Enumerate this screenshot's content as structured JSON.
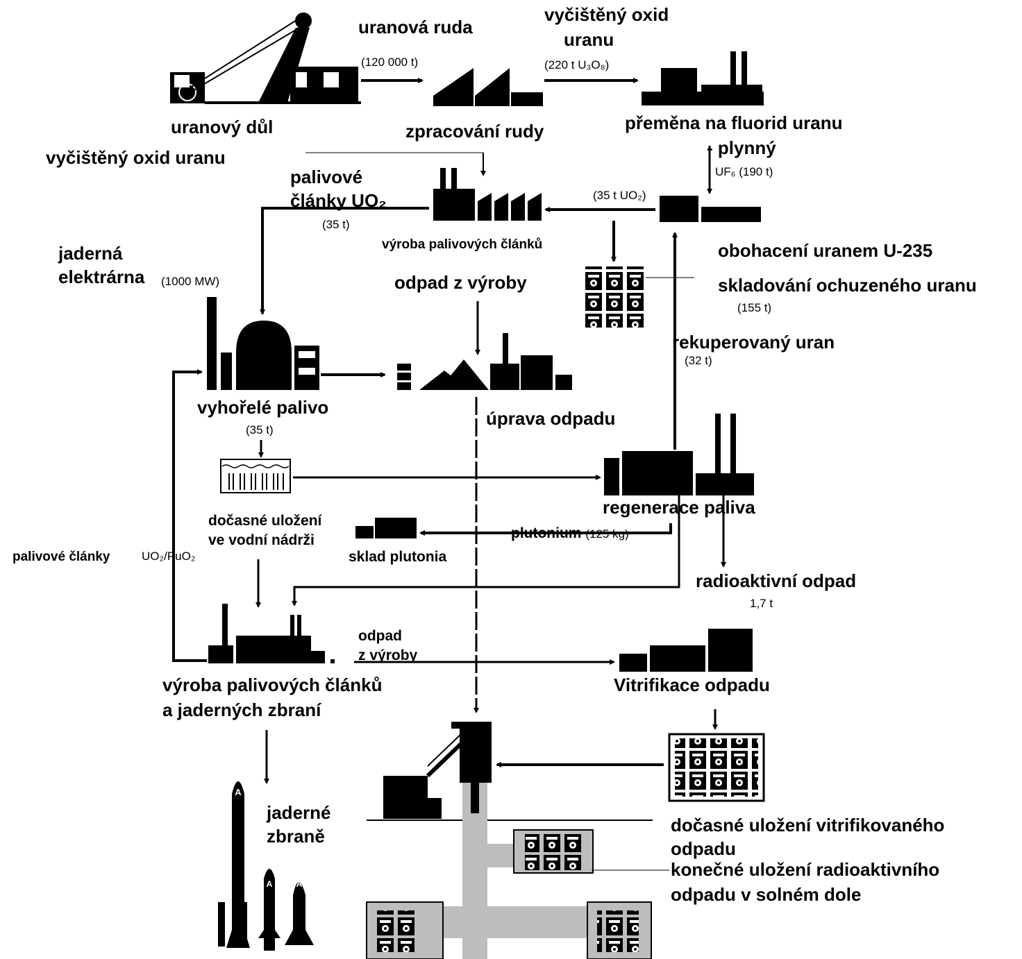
{
  "labels": {
    "uranovy_dul": "uranový důl",
    "uranova_ruda": "uranová ruda",
    "ruda_qty": "(120 000 t)",
    "vycisteny_oxid_top_l1": "vyčištěný oxid",
    "vycisteny_oxid_top_l2": "uranu",
    "u3o8_qty": "(220 t U₃O₈)",
    "zpracovani_rudy": "zpracování rudy",
    "premena_l1": "přeměna na fluorid uranu",
    "premena_l2": "- plynný",
    "uf6_qty": "UF₆ (190 t)",
    "vycisteny_oxid_left": "vyčištěný oxid uranu",
    "palivove_clanky_uo2_l1": "palivové",
    "palivove_clanky_uo2_l2": "články UO₂",
    "uo2_35": "(35 t)",
    "uo2_35_right": "(35 t UO₂)",
    "vyroba_clanku_top": "výroba palivových článků",
    "obohaceni": "obohacení uranem U-235",
    "skladovani_ochuz": "skladování ochuzeného uranu",
    "qty_155": "(155 t)",
    "jaderna_l1": "jaderná",
    "jaderna_l2": "elektrárna",
    "mw": "(1000 MW)",
    "odpad_z_vyroby_mid": "odpad z výroby",
    "rekuperovany": "rekuperovaný uran",
    "qty_32": "(32 t)",
    "vyhorele": "vyhořelé palivo",
    "qty_35_spent": "(35 t)",
    "uprava_odpadu": "úprava odpadu",
    "regenerace": "regenerace paliva",
    "docasne_voda_l1": "dočasné uložení",
    "docasne_voda_l2": "ve vodní nádrži",
    "plutonium": "plutonium",
    "pu_qty": "(125 kg)",
    "sklad_plutonia": "sklad plutonia",
    "palivove_clanky_mox": "palivové články",
    "mox": "UO₂/PuO₂",
    "radioaktivni_odpad": "radioaktivní odpad",
    "qty_17": "1,7 t",
    "odpad_z_vyroby_low_l1": "odpad",
    "odpad_z_vyroby_low_l2": "z výroby",
    "vitrifikace": "Vitrifikace odpadu",
    "vyroba_zbrani_l1": "výroba palivových článků",
    "vyroba_zbrani_l2": "a jaderných zbraní",
    "jaderne_zbrane_l1": "jaderné",
    "jaderne_zbrane_l2": "zbraně",
    "docasne_vitr_l1": "dočasné uložení vitrifikovaného",
    "docasne_vitr_l2": "odpadu",
    "konecne_l1": "konečné uložení radioaktivního",
    "konecne_l2": "odpadu v solném dole",
    "rocket_mark": "A"
  },
  "colors": {
    "ink": "#000000",
    "salt": "#bdbdbd",
    "paper": "#ffffff"
  }
}
